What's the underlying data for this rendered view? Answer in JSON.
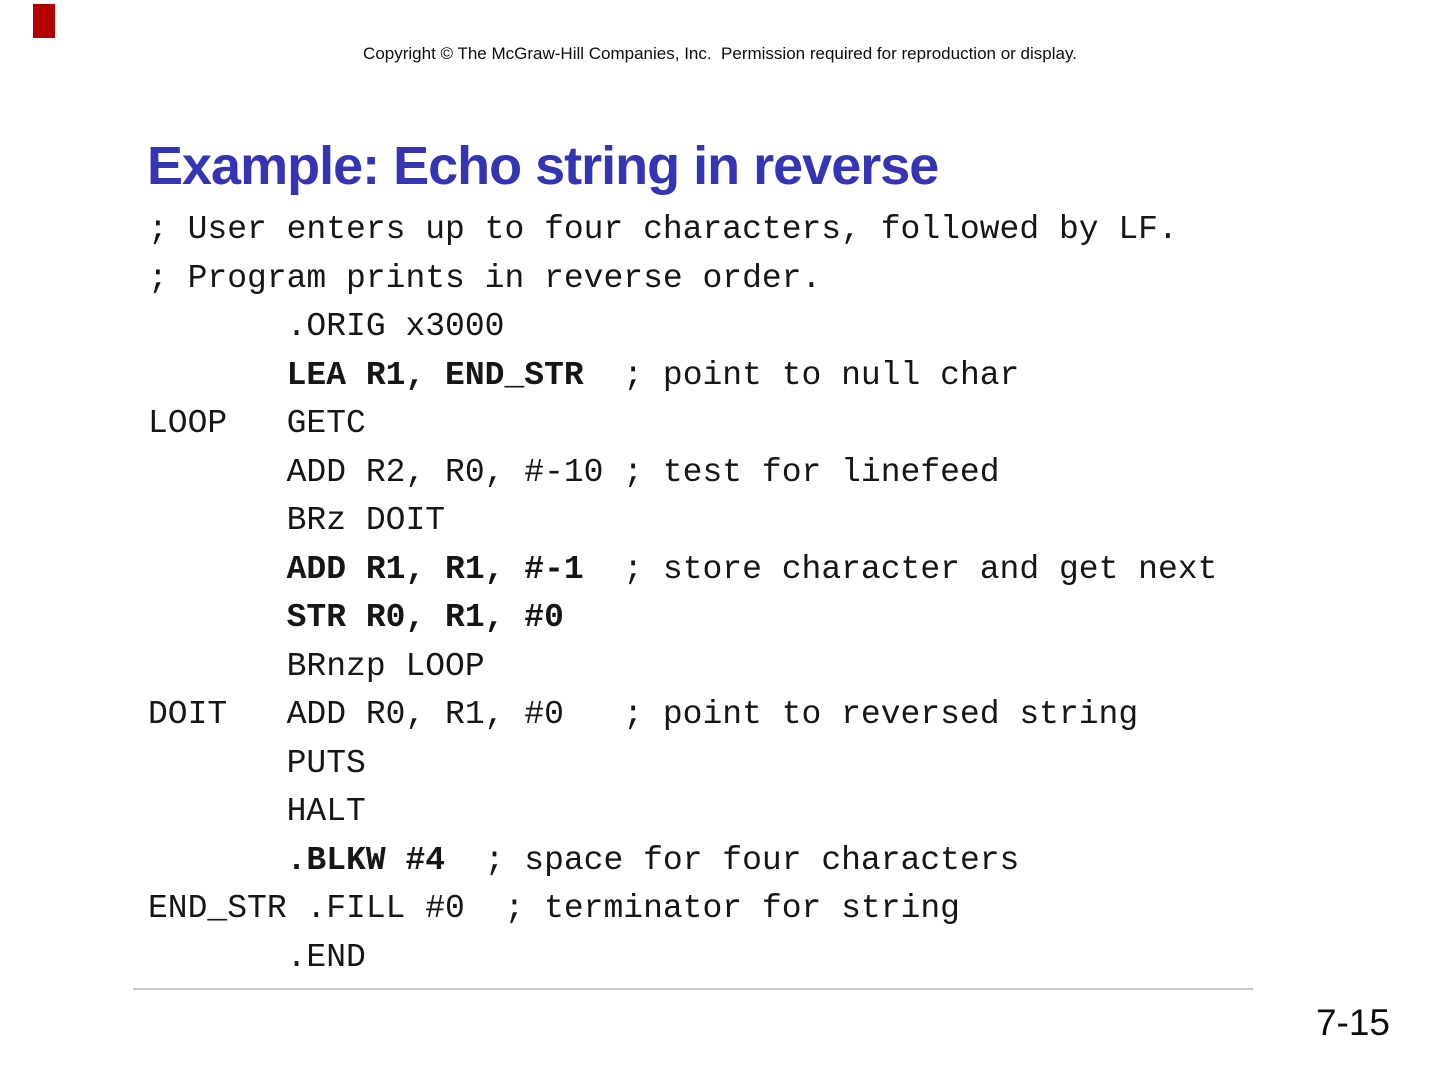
{
  "slide": {
    "copyright": "Copyright © The McGraw-Hill Companies, Inc.  Permission required for reproduction or display.",
    "title": "Example: Echo string in reverse",
    "page_number": "7-15",
    "colors": {
      "title_blue": "#3434b4",
      "marker_red": "#b30000",
      "divider_gray": "#c9c9c9",
      "code_text": "#161616",
      "background": "#ffffff"
    }
  },
  "code": {
    "language": "LC-3 assembly",
    "lines": [
      {
        "segments": [
          {
            "text": "; User enters up to four characters, followed by LF.",
            "bold": false
          }
        ]
      },
      {
        "segments": [
          {
            "text": "; Program prints in reverse order.",
            "bold": false
          }
        ]
      },
      {
        "segments": [
          {
            "text": "       .ORIG x3000",
            "bold": false
          }
        ]
      },
      {
        "segments": [
          {
            "text": "       ",
            "bold": false
          },
          {
            "text": "LEA R1, END_STR",
            "bold": true
          },
          {
            "text": "  ; point to null char",
            "bold": false
          }
        ]
      },
      {
        "segments": [
          {
            "text": "LOOP   GETC",
            "bold": false
          }
        ]
      },
      {
        "segments": [
          {
            "text": "       ADD R2, R0, #-10 ; test for linefeed",
            "bold": false
          }
        ]
      },
      {
        "segments": [
          {
            "text": "       BRz DOIT",
            "bold": false
          }
        ]
      },
      {
        "segments": [
          {
            "text": "       ",
            "bold": false
          },
          {
            "text": "ADD R1, R1, #-1",
            "bold": true
          },
          {
            "text": "  ; store character and get next",
            "bold": false
          }
        ]
      },
      {
        "segments": [
          {
            "text": "       ",
            "bold": false
          },
          {
            "text": "STR R0, R1, #0",
            "bold": true
          }
        ]
      },
      {
        "segments": [
          {
            "text": "       BRnzp LOOP",
            "bold": false
          }
        ]
      },
      {
        "segments": [
          {
            "text": "DOIT   ADD R0, R1, #0   ; point to reversed string",
            "bold": false
          }
        ]
      },
      {
        "segments": [
          {
            "text": "       PUTS",
            "bold": false
          }
        ]
      },
      {
        "segments": [
          {
            "text": "       HALT",
            "bold": false
          }
        ]
      },
      {
        "segments": [
          {
            "text": "       ",
            "bold": false
          },
          {
            "text": ".BLKW #4",
            "bold": true
          },
          {
            "text": "  ; space for four characters",
            "bold": false
          }
        ]
      },
      {
        "segments": [
          {
            "text": "END_STR .FILL #0  ; terminator for string",
            "bold": false
          }
        ]
      },
      {
        "segments": [
          {
            "text": "       .END",
            "bold": false
          }
        ]
      }
    ]
  }
}
